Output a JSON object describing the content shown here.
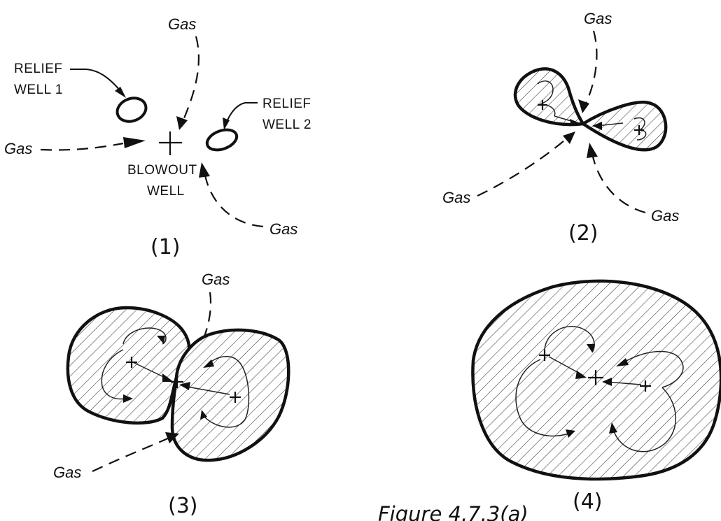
{
  "figure": {
    "caption": "Figure 4.7.3(a)",
    "panels": [
      {
        "label": "(1)",
        "gas_labels": [
          "Gas",
          "Gas",
          "Gas"
        ],
        "relief_well_1": [
          "RELIEF",
          "WELL 1"
        ],
        "relief_well_2": [
          "RELIEF",
          "WELL 2"
        ],
        "blowout_well": [
          "BLOWOUT",
          "WELL"
        ]
      },
      {
        "label": "(2)",
        "gas_labels": [
          "Gas",
          "Gas",
          "Gas"
        ]
      },
      {
        "label": "(3)",
        "gas_labels": [
          "Gas",
          "Gas"
        ]
      },
      {
        "label": "(4)"
      }
    ]
  }
}
